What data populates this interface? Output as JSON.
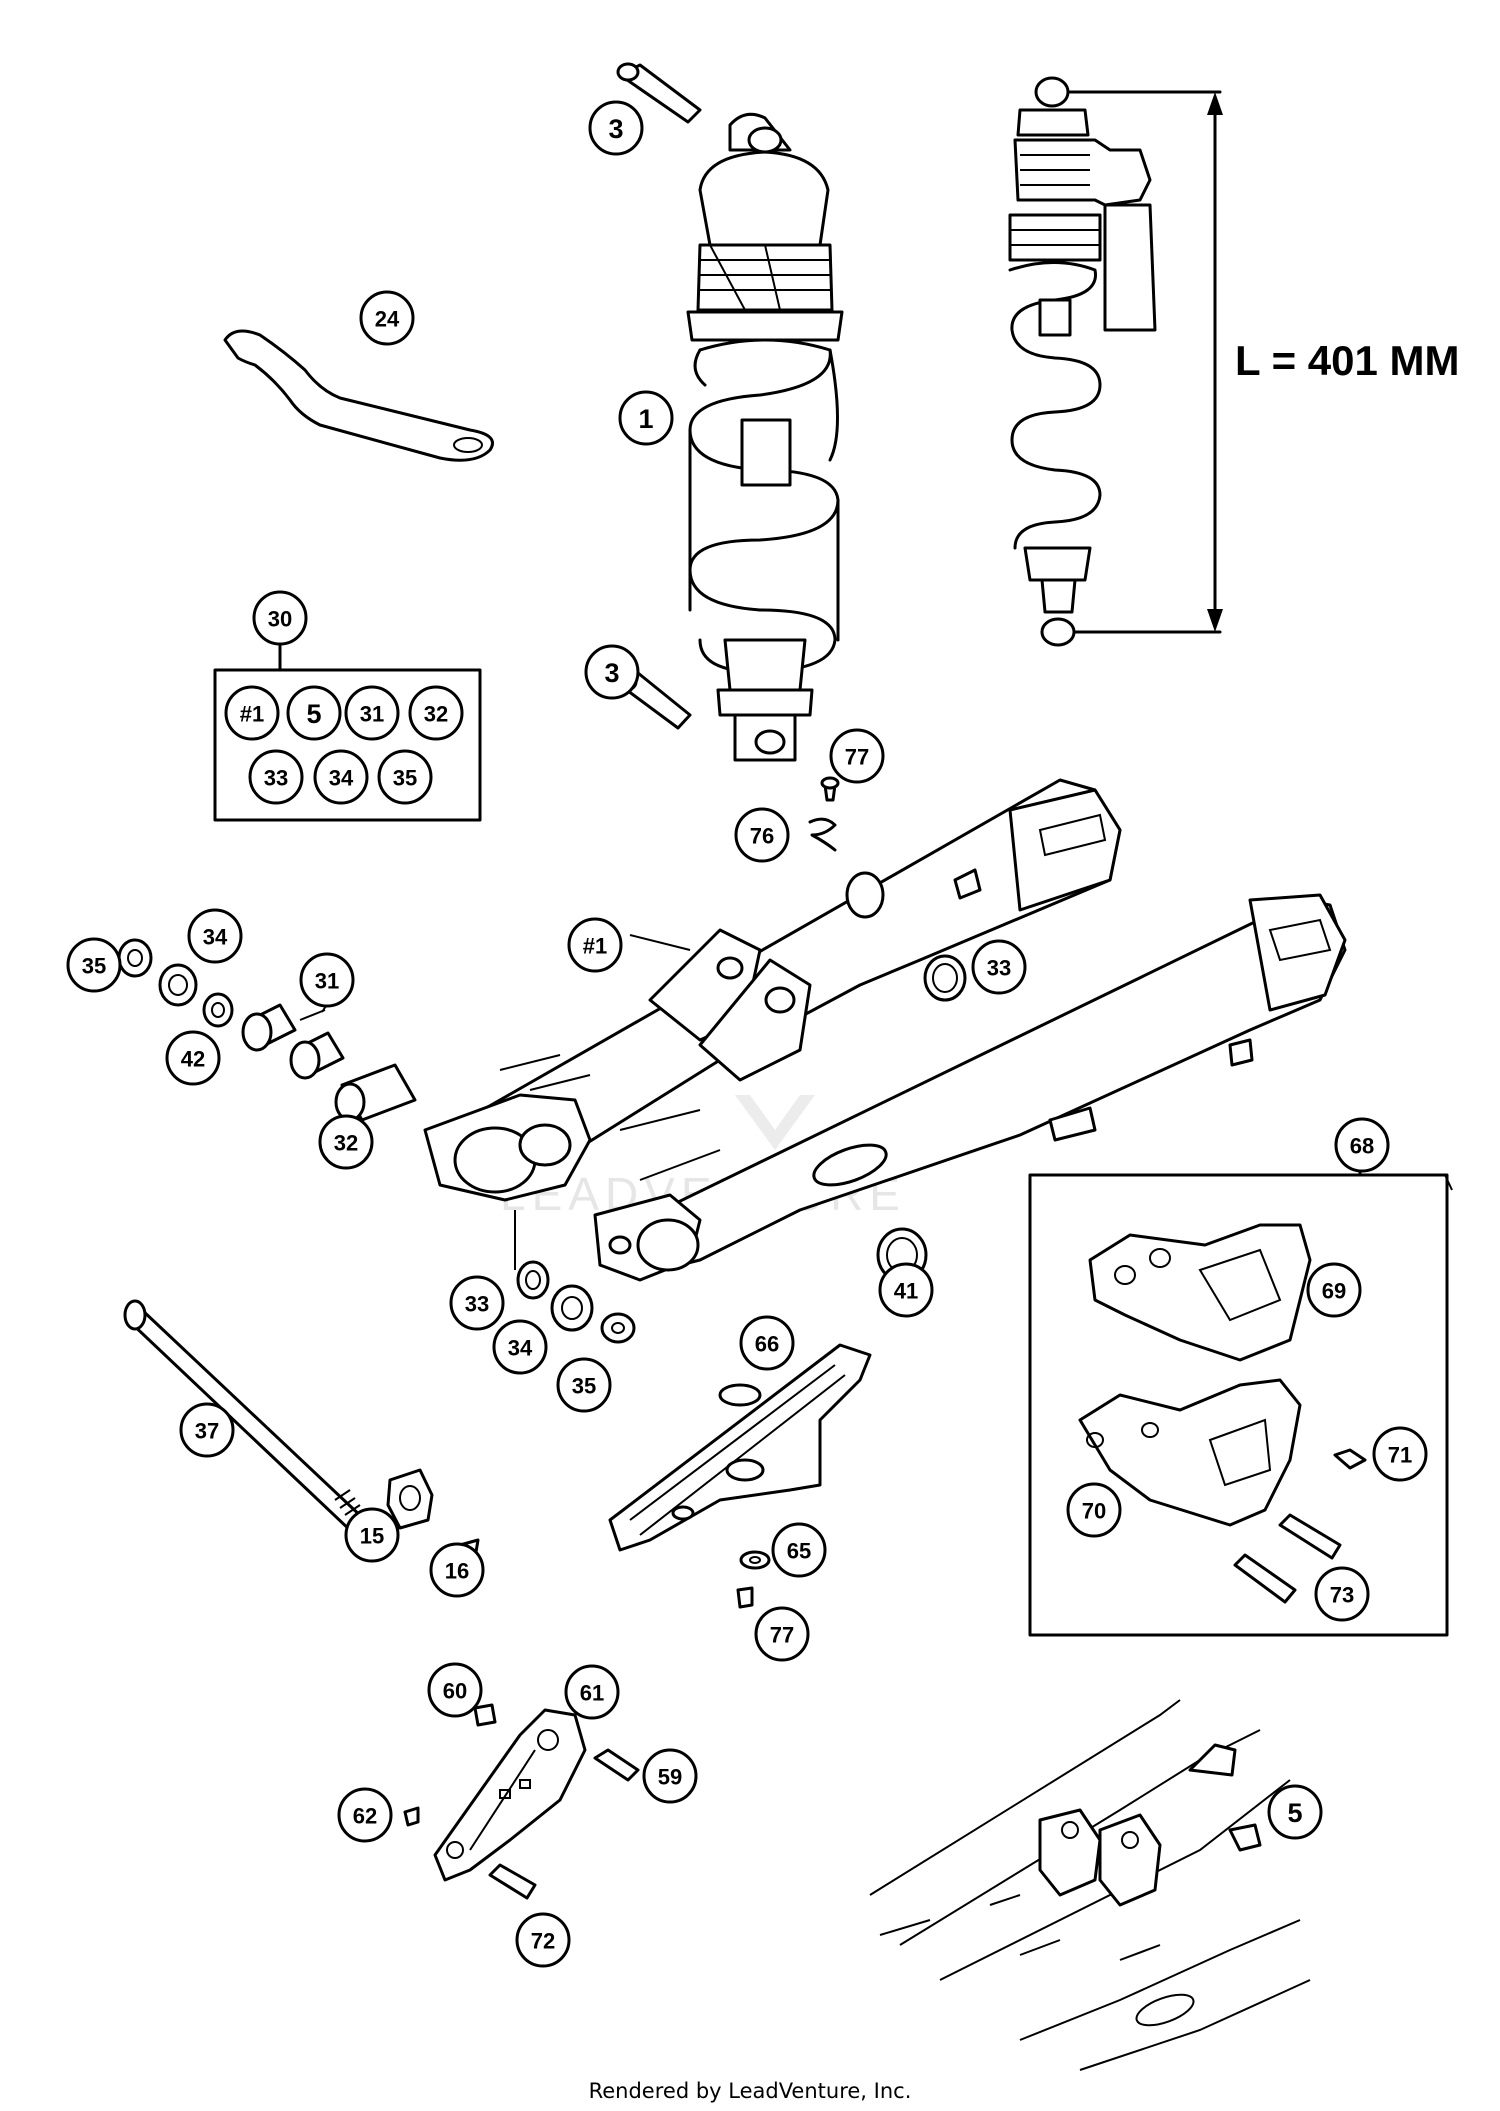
{
  "dimension": {
    "label": "L = 401 MM"
  },
  "watermark": "LEADVENTURE",
  "footer": "Rendered by LeadVenture, Inc.",
  "callouts": [
    "1",
    "3",
    "3",
    "24",
    "30",
    "#1",
    "5",
    "31",
    "32",
    "33",
    "34",
    "35",
    "77",
    "76",
    "34",
    "35",
    "31",
    "42",
    "#1",
    "33",
    "32",
    "68",
    "33",
    "34",
    "35",
    "41",
    "69",
    "66",
    "37",
    "71",
    "70",
    "15",
    "16",
    "65",
    "73",
    "77",
    "60",
    "61",
    "59",
    "62",
    "72",
    "5"
  ]
}
